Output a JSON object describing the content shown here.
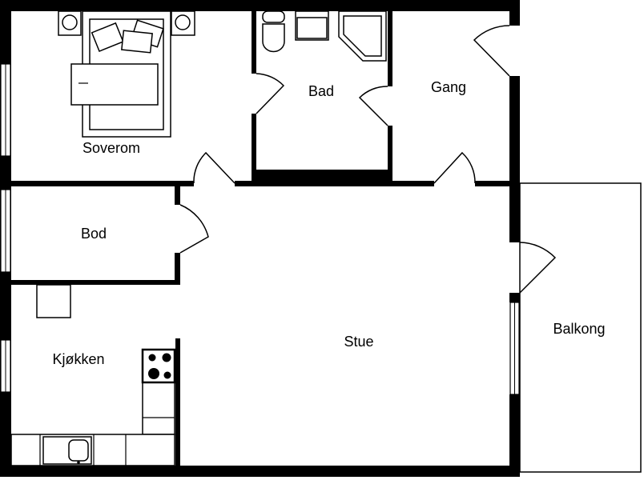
{
  "plan": {
    "rooms": {
      "soverom": "Soverom",
      "bad": "Bad",
      "gang": "Gang",
      "bod": "Bod",
      "kjokken": "Kjøkken",
      "stue": "Stue",
      "balkong": "Balkong"
    },
    "colors": {
      "wall": "#000000",
      "background": "#ffffff"
    }
  }
}
